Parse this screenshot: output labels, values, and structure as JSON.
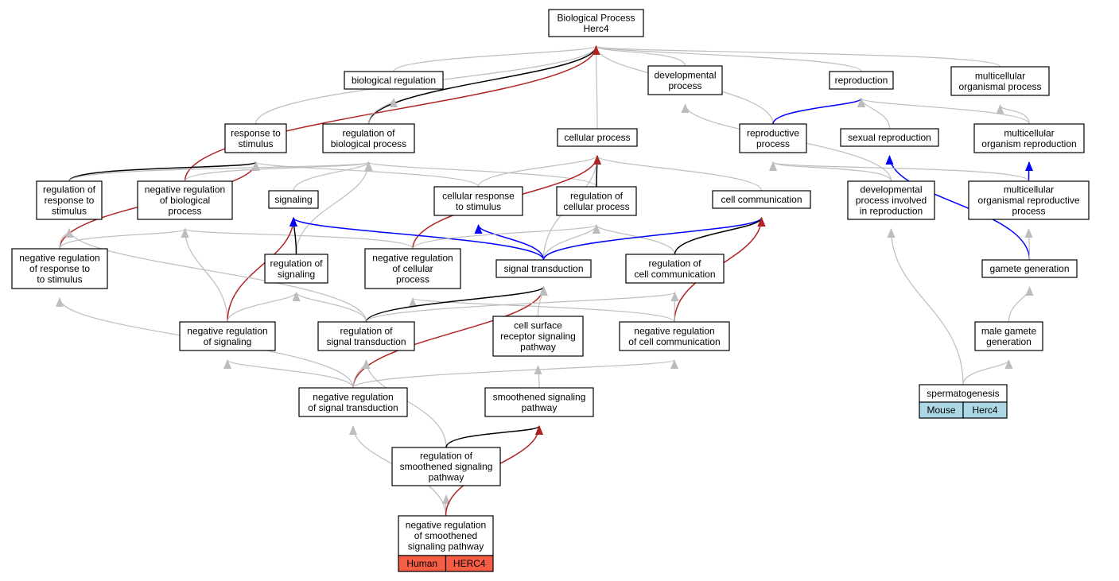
{
  "colors": {
    "edge_grey": "#bdbdbd",
    "edge_black": "#000000",
    "edge_red": "#b22222",
    "edge_blue": "#0000ff",
    "human_fill": "#f55d45",
    "mouse_fill": "#add8e6"
  },
  "nodes": {
    "root": [
      "Biological Process",
      "Herc4"
    ],
    "biological_regulation": [
      "biological regulation"
    ],
    "developmental_process": [
      "developmental",
      "process"
    ],
    "reproduction": [
      "reproduction"
    ],
    "multicellular_organismal_process": [
      "multicellular",
      "organismal process"
    ],
    "response_to_stimulus": [
      "response to",
      "stimulus"
    ],
    "regulation_of_biological_process": [
      "regulation of",
      "biological process"
    ],
    "cellular_process": [
      "cellular process"
    ],
    "reproductive_process": [
      "reproductive",
      "process"
    ],
    "sexual_reproduction": [
      "sexual reproduction"
    ],
    "multicellular_organism_reproduction": [
      "multicellular",
      "organism reproduction"
    ],
    "regulation_of_response_to_stimulus": [
      "regulation of",
      "response to",
      "stimulus"
    ],
    "negative_regulation_of_biological_process": [
      "negative regulation",
      "of biological",
      "process"
    ],
    "signaling": [
      "signaling"
    ],
    "cellular_response_to_stimulus": [
      "cellular response",
      "to stimulus"
    ],
    "regulation_of_cellular_process": [
      "regulation of",
      "cellular process"
    ],
    "cell_communication": [
      "cell communication"
    ],
    "developmental_process_involved_in_reproduction": [
      "developmental",
      "process involved",
      "in reproduction"
    ],
    "multicellular_organismal_reproductive_process": [
      "multicellular",
      "organismal reproductive",
      "process"
    ],
    "negative_regulation_of_response_to_stimulus": [
      "negative regulation",
      "of response to",
      "to stimulus"
    ],
    "regulation_of_signaling": [
      "regulation of",
      "signaling"
    ],
    "negative_regulation_of_cellular_process": [
      "negative regulation",
      "of cellular",
      "process"
    ],
    "signal_transduction": [
      "signal transduction"
    ],
    "regulation_of_cell_communication": [
      "regulation of",
      "cell communication"
    ],
    "gamete_generation": [
      "gamete generation"
    ],
    "negative_regulation_of_signaling": [
      "negative regulation",
      "of signaling"
    ],
    "regulation_of_signal_transduction": [
      "regulation of",
      "signal transduction"
    ],
    "cell_surface_receptor_signaling_pathway": [
      "cell surface",
      "receptor signaling",
      "pathway"
    ],
    "negative_regulation_of_cell_communication": [
      "negative regulation",
      "of cell communication"
    ],
    "male_gamete_generation": [
      "male gamete",
      "generation"
    ],
    "negative_regulation_of_signal_transduction": [
      "negative regulation",
      "of signal transduction"
    ],
    "smoothened_signaling_pathway": [
      "smoothened signaling",
      "pathway"
    ],
    "spermatogenesis": [
      "spermatogenesis"
    ],
    "regulation_of_smoothened_signaling_pathway": [
      "regulation of",
      "smoothened signaling",
      "pathway"
    ],
    "negative_regulation_of_smoothened_signaling_pathway": [
      "negative regulation",
      "of smoothened",
      "signaling pathway"
    ]
  },
  "annotations": {
    "spermatogenesis": {
      "species": "Mouse",
      "gene": "Herc4"
    },
    "negative_regulation_of_smoothened_signaling_pathway": {
      "species": "Human",
      "gene": "HERC4"
    }
  }
}
